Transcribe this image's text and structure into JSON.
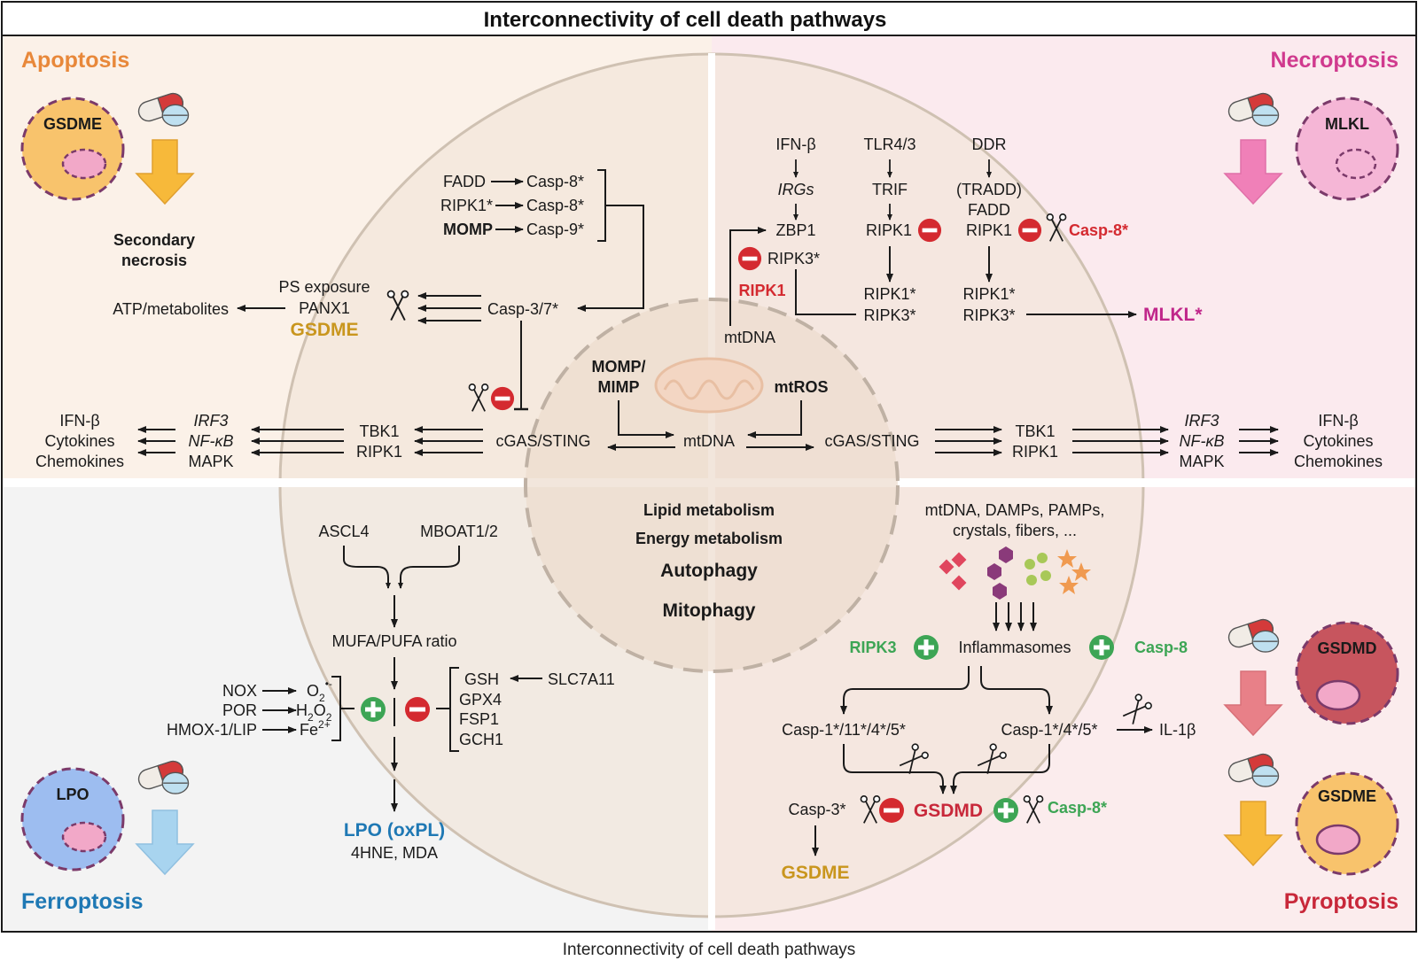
{
  "title": "Interconnectivity of cell death pathways",
  "caption": "Interconnectivity of cell death pathways",
  "colors": {
    "apoptosis": "#e8883a",
    "necroptosis": "#d03a8e",
    "ferroptosis": "#1e78b4",
    "pyroptosis": "#c8283a",
    "gsdme_gold": "#c9961e",
    "green": "#3da555",
    "red": "#d42a30"
  },
  "quadrants": {
    "apoptosis": "Apoptosis",
    "necroptosis": "Necroptosis",
    "ferroptosis": "Ferroptosis",
    "pyroptosis": "Pyroptosis"
  },
  "cells": {
    "apoptosis": "GSDME",
    "necroptosis": "MLKL",
    "ferroptosis": "LPO",
    "pyroptosis_top": "GSDMD",
    "pyroptosis_bottom": "GSDME"
  },
  "apoptosis": {
    "secondary_1": "Secondary",
    "secondary_2": "necrosis",
    "fadd": "FADD",
    "ripk1s": "RIPK1*",
    "momp": "MOMP",
    "casp8a": "Casp-8*",
    "casp8b": "Casp-8*",
    "casp9": "Casp-9*",
    "ps": "PS exposure",
    "panx1": "PANX1",
    "gsdme": "GSDME",
    "atp": "ATP/metabolites",
    "casp37": "Casp-3/7*"
  },
  "necroptosis": {
    "ifnb": "IFN-β",
    "irgs": "IRGs",
    "zbp1": "ZBP1",
    "ripk3s": "RIPK3*",
    "ripk1_red": "RIPK1",
    "mtdna": "mtDNA",
    "tlr": "TLR4/3",
    "trif": "TRIF",
    "ripk1_a": "RIPK1",
    "ripk1s_a": "RIPK1*",
    "ripk3s_a": "RIPK3*",
    "ddr": "DDR",
    "tradd": "(TRADD)",
    "fadd": "FADD",
    "ripk1_b": "RIPK1",
    "casp8": "Casp-8*",
    "ripk1s_b": "RIPK1*",
    "ripk3s_b": "RIPK3*",
    "mlkl": "MLKL*"
  },
  "center": {
    "momp": "MOMP/",
    "mimp": "MIMP",
    "mtros": "mtROS",
    "mtdna": "mtDNA",
    "cgas_left": "cGAS/STING",
    "cgas_right": "cGAS/STING",
    "lipid": "Lipid metabolism",
    "energy": "Energy metabolism",
    "autophagy": "Autophagy",
    "mitophagy": "Mitophagy"
  },
  "left_signal": {
    "tbk1": "TBK1",
    "ripk1": "RIPK1",
    "irf3": "IRF3",
    "nfkb": "NF-κB",
    "mapk": "MAPK",
    "ifnb": "IFN-β",
    "cytokines": "Cytokines",
    "chemokines": "Chemokines"
  },
  "right_signal": {
    "tbk1": "TBK1",
    "ripk1": "RIPK1",
    "irf3": "IRF3",
    "nfkb": "NF-κB",
    "mapk": "MAPK",
    "ifnb": "IFN-β",
    "cytokines": "Cytokines",
    "chemokines": "Chemokines"
  },
  "ferroptosis": {
    "ascl4": "ASCL4",
    "mboat": "MBOAT1/2",
    "mufa": "MUFA/PUFA ratio",
    "nox": "NOX",
    "por": "POR",
    "hmox": "HMOX-1/LIP",
    "o2": "O",
    "o2_sub": "2",
    "o2_sup": "•-",
    "h2o2_h": "H",
    "h2o2_s1": "2",
    "h2o2_o": "O",
    "h2o2_s2": "2",
    "fe": "Fe",
    "fe_sup": "2+",
    "gsh": "GSH",
    "slc": "SLC7A11",
    "gpx4": "GPX4",
    "fsp1": "FSP1",
    "gch1": "GCH1",
    "lpo": "LPO (oxPL)",
    "hne": "4HNE, MDA"
  },
  "pyroptosis": {
    "damps_1": "mtDNA, DAMPs, PAMPs,",
    "damps_2": "crystals, fibers, ...",
    "ripk3": "RIPK3",
    "inflammasomes": "Inflammasomes",
    "casp8": "Casp-8",
    "casp_left": "Casp-1*/11*/4*/5*",
    "casp_right": "Casp-1*/4*/5*",
    "il1b": "IL-1β",
    "casp3": "Casp-3*",
    "gsdmd": "GSDMD",
    "casp8s": "Casp-8*",
    "gsdme": "GSDME"
  }
}
